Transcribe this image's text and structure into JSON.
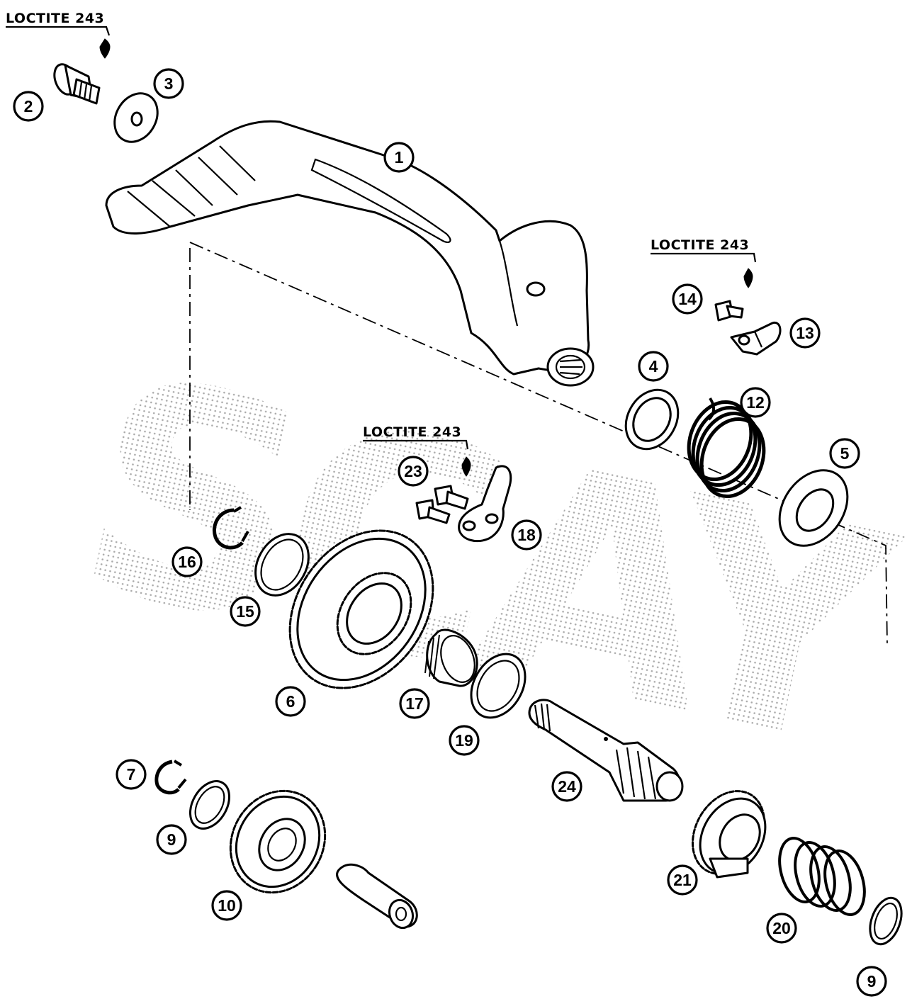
{
  "diagram": {
    "colors": {
      "line": "#000000",
      "background": "#ffffff",
      "watermark": "#bdbdbd"
    },
    "watermark": "SCAY",
    "loctite_notes": [
      {
        "text": "LOCTITE 243"
      },
      {
        "text": "LOCTITE 243"
      },
      {
        "text": "LOCTITE 243"
      }
    ],
    "callouts": [
      {
        "label": "1"
      },
      {
        "label": "2"
      },
      {
        "label": "3"
      },
      {
        "label": "4"
      },
      {
        "label": "5"
      },
      {
        "label": "12"
      },
      {
        "label": "13"
      },
      {
        "label": "14"
      },
      {
        "label": "23"
      },
      {
        "label": "18"
      },
      {
        "label": "16"
      },
      {
        "label": "15"
      },
      {
        "label": "6"
      },
      {
        "label": "17"
      },
      {
        "label": "19"
      },
      {
        "label": "24"
      },
      {
        "label": "7"
      },
      {
        "label": "9"
      },
      {
        "label": "10"
      },
      {
        "label": "21"
      },
      {
        "label": "20"
      },
      {
        "label": "9"
      }
    ]
  }
}
